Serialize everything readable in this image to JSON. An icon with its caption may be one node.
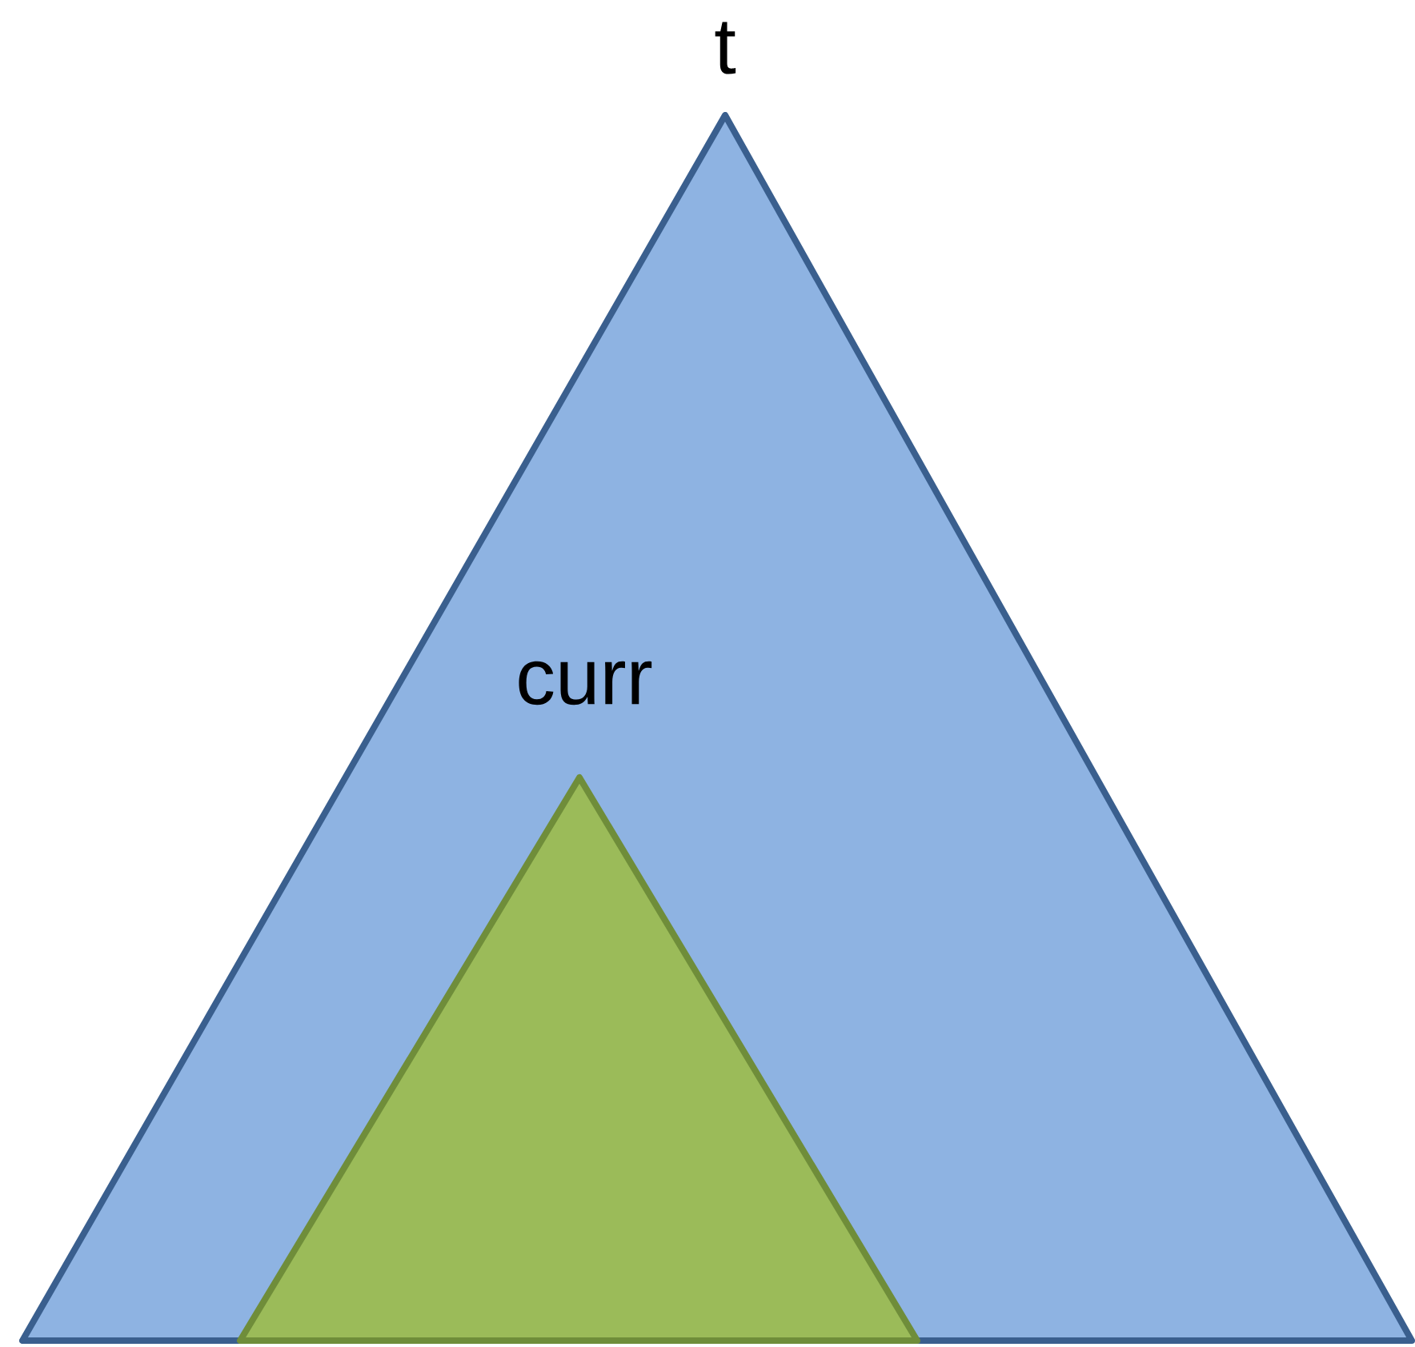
{
  "diagram": {
    "nodes": [
      {
        "text": [
          "t"
        ]
      },
      {
        "text": [
          "curr"
        ],
        "in": 0
      }
    ]
  }
}
